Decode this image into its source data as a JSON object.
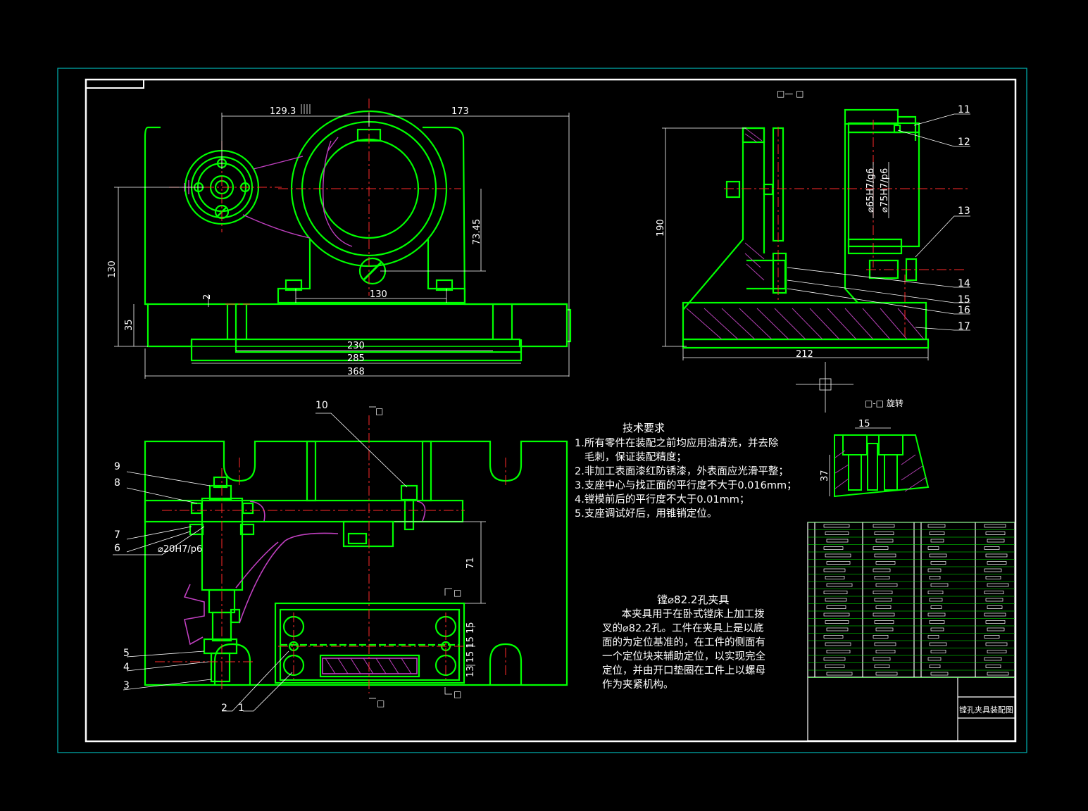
{
  "colors": {
    "background": "#000000",
    "part_outline": "#00ff00",
    "dimension": "#ffffff",
    "centerline": "#ff2a2a",
    "frame_outer": "#00b3b3",
    "workpiece": "#c040c0",
    "hatch": "#b040b0"
  },
  "dimensions": {
    "d_129_3": "129.3",
    "d_173": "173",
    "d_130v": "130",
    "d_73_45": "73.45",
    "d_2": "2",
    "d_130h": "130",
    "d_35": "35",
    "d_230": "230",
    "d_285": "285",
    "d_368": "368",
    "d_190": "190",
    "d_212": "212",
    "d_65": "⌀65H7/g6",
    "d_75": "⌀75H7/p6",
    "d_15": "15",
    "d_37": "37",
    "d_71": "71",
    "d_20": "⌀20H7/p6",
    "d_13_15_15": "13 15 15 15"
  },
  "balloons": {
    "b1": "1",
    "b2": "2",
    "b3": "3",
    "b4": "4",
    "b5": "5",
    "b6": "6",
    "b7": "7",
    "b8": "8",
    "b9": "9",
    "b10": "10",
    "b11": "11",
    "b12": "12",
    "b13": "13",
    "b14": "14",
    "b15": "15",
    "b16": "16",
    "b17": "17"
  },
  "section_labels": {
    "top_right": "□— □",
    "partial_view": "□-□  旋转",
    "cut_top": "□",
    "cut_bottom": "□",
    "cut_mid": "□",
    "cut_mid2": "□"
  },
  "tech_requirements": {
    "heading": "技术要求",
    "lines": [
      "1.所有零件在装配之前均应用油清洗，并去除",
      "   毛刺，保证装配精度；",
      "2.非加工表面漆红防锈漆，外表面应光滑平整；",
      "3.支座中心与找正面的平行度不大于0.016mm；",
      "4.镗模前后的平行度不大于0.01mm；",
      "5.支座调试好后，用锥销定位。"
    ]
  },
  "description": {
    "heading": "镗⌀82.2孔夹具",
    "lines": [
      "      本夹具用于在卧式镗床上加工拨",
      "叉的⌀82.2孔。工件在夹具上是以底",
      "面的为定位基准的，在工件的侧面有",
      "一个定位块来辅助定位，以实现完全",
      "定位，并由开口垫圈在工件上以螺母",
      "作为夹紧机构。"
    ]
  },
  "title_block": {
    "drawing_name": "镗孔夹具装配图"
  }
}
